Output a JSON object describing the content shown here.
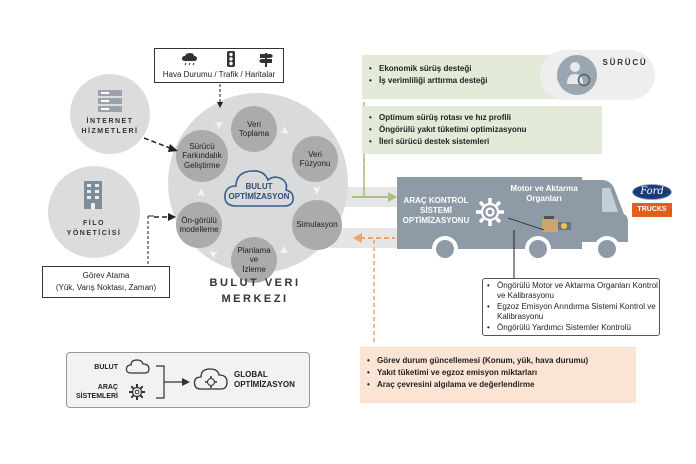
{
  "weather_box": {
    "label": "Hava Durumu / Trafik / Haritalar",
    "icons": [
      "cloud-rain-icon",
      "traffic-light-icon",
      "signpost-icon"
    ]
  },
  "internet": {
    "line1": "İNTERNET",
    "line2": "HİZMETLERİ",
    "icon": "server-rack-icon"
  },
  "fleet": {
    "line1": "FİLO",
    "line2": "YÖNETİCİSİ",
    "icon": "building-icon"
  },
  "task_box": {
    "title": "Görev Atama",
    "subtitle": "(Yük, Varış Noktası, Zaman)"
  },
  "cloud_center": {
    "nodes": [
      "Veri Toplama",
      "Veri Füzyonu",
      "Simulasyon",
      "Planlama ve İzleme",
      "Ön-görülü modelleme",
      "Sürücü Farkındalık Geliştirme"
    ],
    "center_label": "BULUT OPTİMİZASYON",
    "caption_line1": "Bulut Veri",
    "caption_line2": "Merkezi"
  },
  "driver": {
    "label": "SÜRÜCÜ",
    "icon": "driver-steering-icon"
  },
  "driver_box": {
    "items": [
      "Ekonomik sürüş desteği",
      "İş verimliliği arttırma desteği"
    ]
  },
  "route_box": {
    "items": [
      "Optimum sürüş rotası ve hız profili",
      "Öngörülü yakıt tüketimi optimizasyonu",
      "İleri sürücü destek sistemleri"
    ]
  },
  "truck": {
    "control_label": "ARAÇ KONTROL SİSTEMİ OPTİMİZASYONU",
    "engine_label": "Motor ve Aktarma Organları",
    "logo": "Ford",
    "logo_sub": "TRUCKS"
  },
  "engine_box": {
    "items": [
      "Öngörülü Motor ve Aktarma Organları Kontrol ve Kalibrasyonu",
      "Egzoz Emisyon Arındırma Sistemi Kontrol ve Kalibrasyonu",
      "Öngörülü Yardımcı Sistemler Kontrolü"
    ]
  },
  "status_box": {
    "items": [
      "Görev durum güncellemesi (Konum, yük, hava durumu)",
      "Yakıt tüketimi ve egzoz emisyon miktarları",
      "Araç çevresini algılama ve değerlendirme"
    ]
  },
  "legend": {
    "cloud_label": "BULUT",
    "vehicle_label": "ARAÇ SİSTEMLERİ",
    "global_label": "GLOBAL OPTİMİZASYON"
  },
  "colors": {
    "green_arrow": "#a7c27c",
    "orange_arrow": "#f0a26c",
    "truck": "#8e9aa5",
    "ford_blue": "#1a3a79",
    "trucks_orange": "#e35d1f"
  }
}
